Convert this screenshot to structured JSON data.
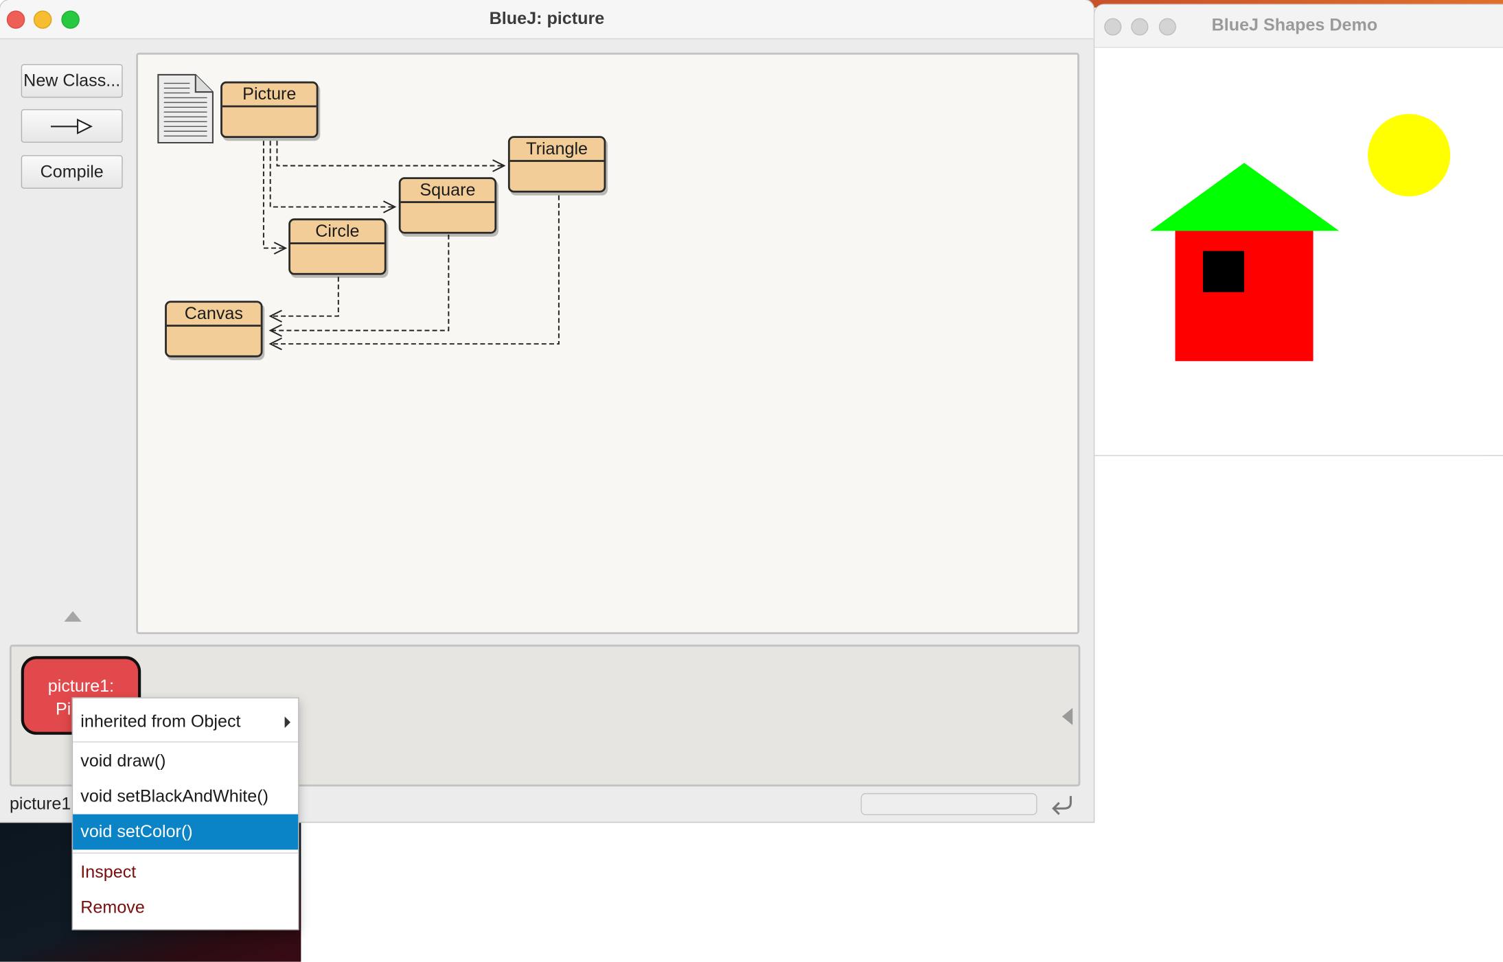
{
  "main_window": {
    "title": "BlueJ:  picture",
    "toolbar": {
      "new_class_label": "New Class...",
      "compile_label": "Compile"
    },
    "classes": [
      {
        "name": "Picture"
      },
      {
        "name": "Triangle"
      },
      {
        "name": "Square"
      },
      {
        "name": "Circle"
      },
      {
        "name": "Canvas"
      }
    ],
    "object_bench": {
      "object_line1": "picture1:",
      "object_line2": "Pi"
    },
    "status": {
      "text": "picture1"
    }
  },
  "context_menu": {
    "items": [
      {
        "label": "inherited from Object",
        "submenu": true
      },
      {
        "label": "void draw()"
      },
      {
        "label": "void setBlackAndWhite()"
      },
      {
        "label": "void setColor()",
        "selected": true
      },
      {
        "label": "Inspect"
      },
      {
        "label": "Remove"
      }
    ]
  },
  "shapes_window": {
    "title": "BlueJ Shapes Demo",
    "colors": {
      "sun": "#ffff00",
      "roof": "#00ff00",
      "wall": "#ff0000",
      "window": "#000000"
    }
  },
  "colors": {
    "class_fill": "#f2cd97",
    "object_fill": "#e2494c",
    "menu_selected": "#0a83c7"
  }
}
